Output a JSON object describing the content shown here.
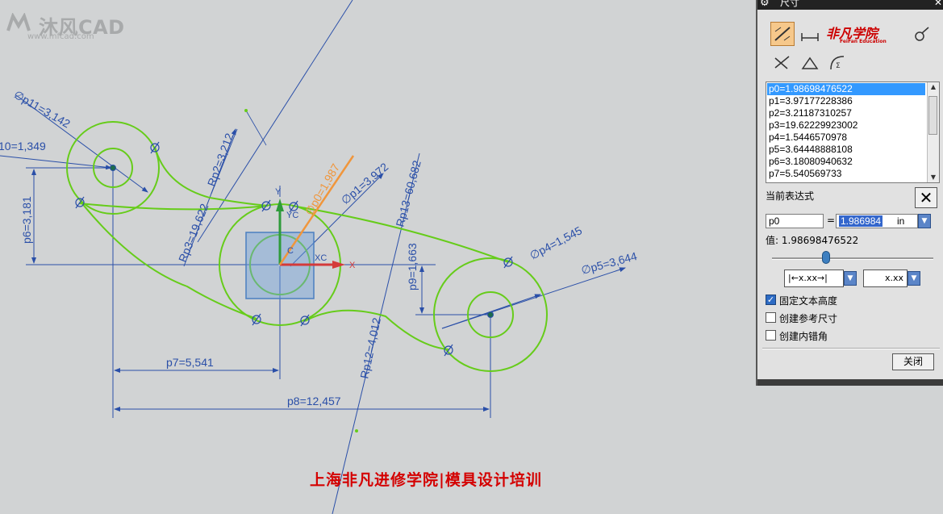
{
  "watermark": {
    "logo": "沐风CAD",
    "url": "www.mfcad.com"
  },
  "footer": "上海非凡进修学院|模具设计培训",
  "sketch": {
    "dimensions": {
      "p11": "∅p11=3,142",
      "p10": "10=1,349",
      "p6": "p6=3,181",
      "rp2": "Rp2=3,212",
      "rp3": "Rp3=19,622",
      "p0": "∅p0=1,987",
      "p1": "∅p1=3,972",
      "rp13": "Rp13=60,682",
      "p9": "p9=1,663",
      "p4": "∅p4=1,545",
      "p5": "∅p5=3,644",
      "rp12": "Rp12=4,012",
      "p7": "p7=5,541",
      "p8": "p8=12,457"
    },
    "axes": {
      "y": "Y",
      "yc": "YC",
      "xc": "XC",
      "x": "X",
      "c": "C"
    }
  },
  "dialog": {
    "title": "尺寸",
    "brand": "非凡学院",
    "brand_sub": "FeiFan Education",
    "expressions": [
      "p0=1.98698476522",
      "p1=3.97177228386",
      "p2=3.21187310257",
      "p3=19.62229923002",
      "p4=1.5446570978",
      "p5=3.64448888108",
      "p6=3.18080940632",
      "p7=5.540569733"
    ],
    "current_expr_label": "当前表达式",
    "name_value": "p0",
    "equals": "=",
    "value_value": "1.986984",
    "unit": "in",
    "value_label": "值:",
    "value_full": "1.98698476522",
    "format1": "|←x.xx→|",
    "format2": "x.xx",
    "checkboxes": [
      {
        "label": "固定文本高度",
        "checked": true
      },
      {
        "label": "创建参考尺寸",
        "checked": false
      },
      {
        "label": "创建内错角",
        "checked": false
      }
    ],
    "close_label": "关闭"
  },
  "colors": {
    "background": "#d1d3d4",
    "curve": "#66cc1a",
    "dimension": "#2a4fa8",
    "active_dimension": "#f0963c",
    "footer": "#d40000",
    "selection": "#3399ff"
  }
}
